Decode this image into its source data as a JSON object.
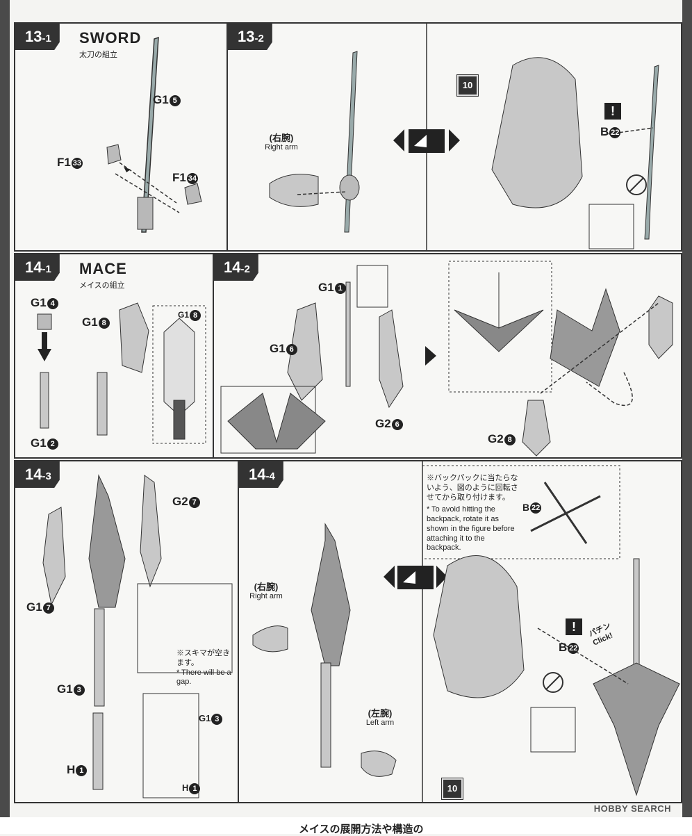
{
  "steps": {
    "s13_1": {
      "badge": "13",
      "sub": "-1",
      "title": "SWORD",
      "subtitle_ja": "太刀の組立"
    },
    "s13_2": {
      "badge": "13",
      "sub": "-2"
    },
    "s14_1": {
      "badge": "14",
      "sub": "-1",
      "title": "MACE",
      "subtitle_ja": "メイスの組立"
    },
    "s14_2": {
      "badge": "14",
      "sub": "-2"
    },
    "s14_3": {
      "badge": "14",
      "sub": "-3"
    },
    "s14_4": {
      "badge": "14",
      "sub": "-4"
    }
  },
  "parts": {
    "g1_5": "G1",
    "g1_5n": "5",
    "f1_33": "F1",
    "f1_33n": "33",
    "f1_34": "F1",
    "f1_34n": "34",
    "b22": "B",
    "b22n": "22",
    "g1_4": "G1",
    "g1_4n": "4",
    "g1_8": "G1",
    "g1_8n": "8",
    "g1_8b": "G1",
    "g1_8bn": "8",
    "g1_2": "G1",
    "g1_2n": "2",
    "g1_1": "G1",
    "g1_1n": "1",
    "g1_6": "G1",
    "g1_6n": "6",
    "g2_6": "G2",
    "g2_6n": "6",
    "g2_8": "G2",
    "g2_8n": "8",
    "g2_7": "G2",
    "g2_7n": "7",
    "g1_7": "G1",
    "g1_7n": "7",
    "g1_3": "G1",
    "g1_3n": "3",
    "g1_3b": "G1",
    "g1_3bn": "3",
    "h1": "H",
    "h1n": "1",
    "h1b": "H",
    "h1bn": "1",
    "b22b": "B",
    "b22bn": "22",
    "b22c": "B",
    "b22cn": "22"
  },
  "labels": {
    "right_arm_ja": "(右腕)",
    "right_arm_en": "Right arm",
    "left_arm_ja": "(左腕)",
    "left_arm_en": "Left arm",
    "unit10": "10",
    "warn": "!",
    "gap_ja": "※スキマが空きます。",
    "gap_en": "* There will be a gap.",
    "backpack_ja": "※バックパックに当たらないよう、図のように回転させてから取り付けます。",
    "backpack_en": "* To avoid hitting the backpack, rotate it as shown in the figure before attaching it to the backpack.",
    "click_ja": "パチン",
    "click_en": "Click!",
    "footer_ja": "メイスの展開方法や構造の",
    "watermark": "HOBBY SEARCH"
  }
}
